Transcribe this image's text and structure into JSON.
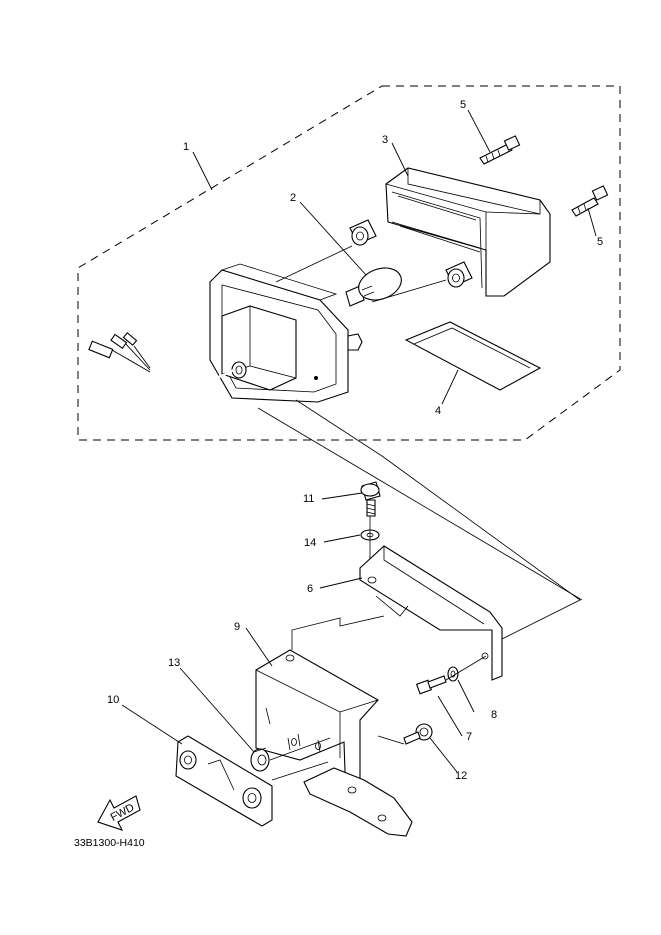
{
  "diagram": {
    "code": "33B1300-H410",
    "fwd_label": "FWD",
    "callouts": {
      "c1": "1",
      "c2": "2",
      "c3": "3",
      "c4": "4",
      "c5a": "5",
      "c5b": "5",
      "c6": "6",
      "c7": "7",
      "c8": "8",
      "c9": "9",
      "c10": "10",
      "c11": "11",
      "c12": "12",
      "c13": "13",
      "c14": "14"
    }
  }
}
